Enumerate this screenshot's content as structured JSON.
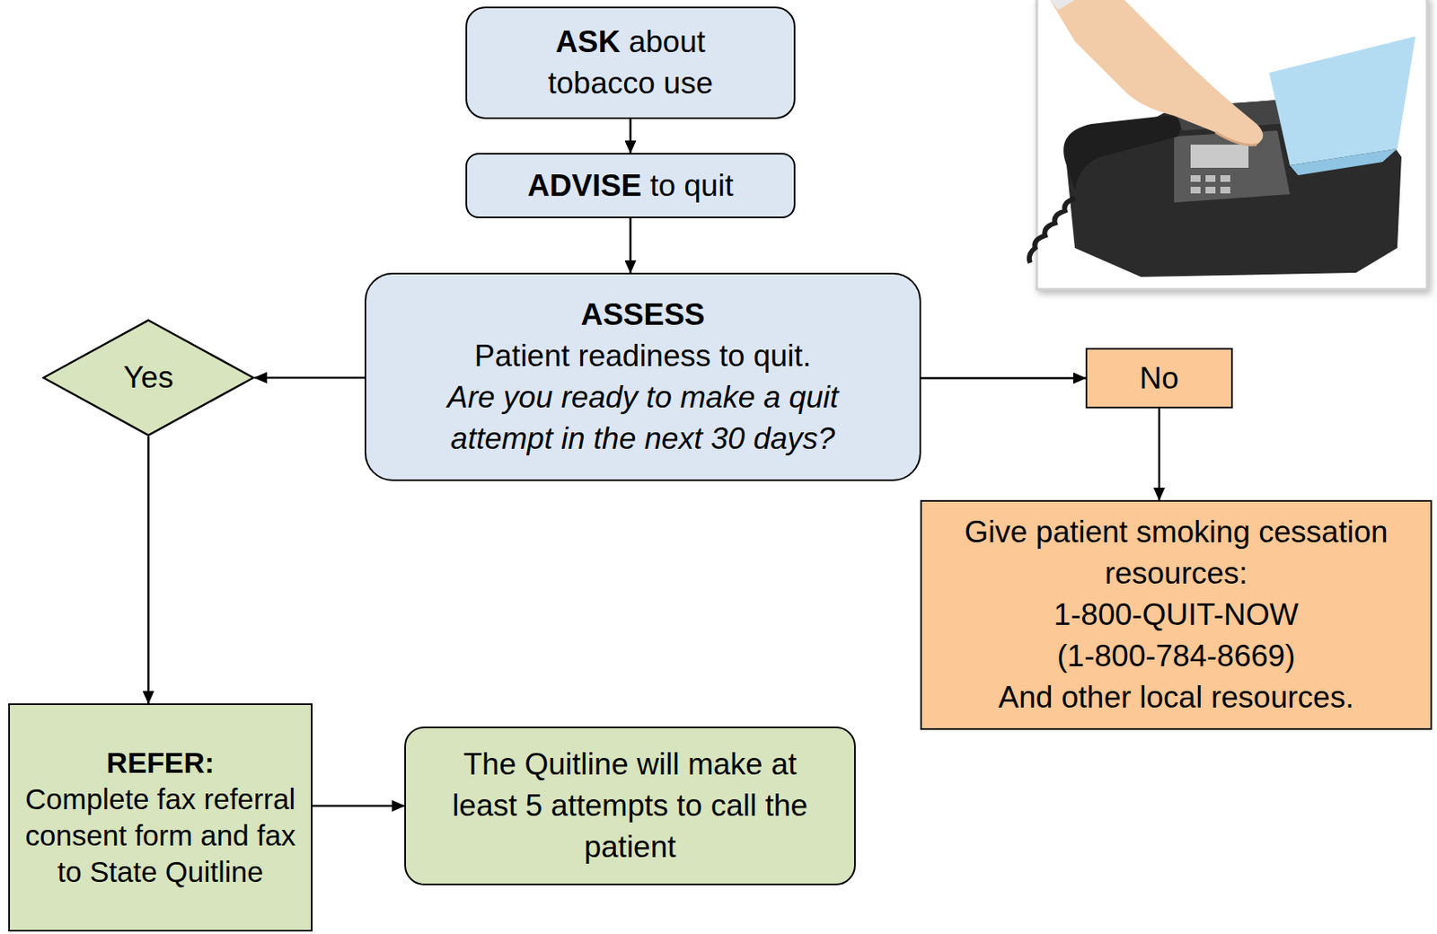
{
  "diagram": {
    "nodes": [
      {
        "text": [
          "ASK",
          "about tobacco use"
        ]
      },
      {
        "text": [
          "ADVISE",
          "to quit"
        ]
      },
      {
        "text": [
          "ASSESS",
          "Patient readiness to quit.",
          "Are you ready to make a quit attempt in the next 30 days?"
        ]
      },
      {
        "text": [
          "Yes"
        ]
      },
      {
        "text": [
          "No"
        ]
      },
      {
        "text": [
          "Give patient smoking cessation resources:",
          "1-800-QUIT-NOW",
          "(1-800-784-8669)",
          "And other local resources."
        ]
      },
      {
        "text": [
          "REFER:",
          "Complete fax referral consent form and fax to State Quitline"
        ]
      },
      {
        "text": [
          "The Quitline will make at least 5 attempts to call the patient"
        ]
      }
    ],
    "edges": [
      {
        "from": 0,
        "to": 1,
        "arrow": "to"
      },
      {
        "from": 1,
        "to": 2,
        "arrow": "to"
      },
      {
        "from": 2,
        "to": 3,
        "arrow": "to"
      },
      {
        "from": 2,
        "to": 4,
        "arrow": "to"
      },
      {
        "from": 4,
        "to": 5,
        "arrow": "to"
      },
      {
        "from": 3,
        "to": 6,
        "arrow": "to"
      },
      {
        "from": 6,
        "to": 7,
        "arrow": "to"
      }
    ]
  }
}
